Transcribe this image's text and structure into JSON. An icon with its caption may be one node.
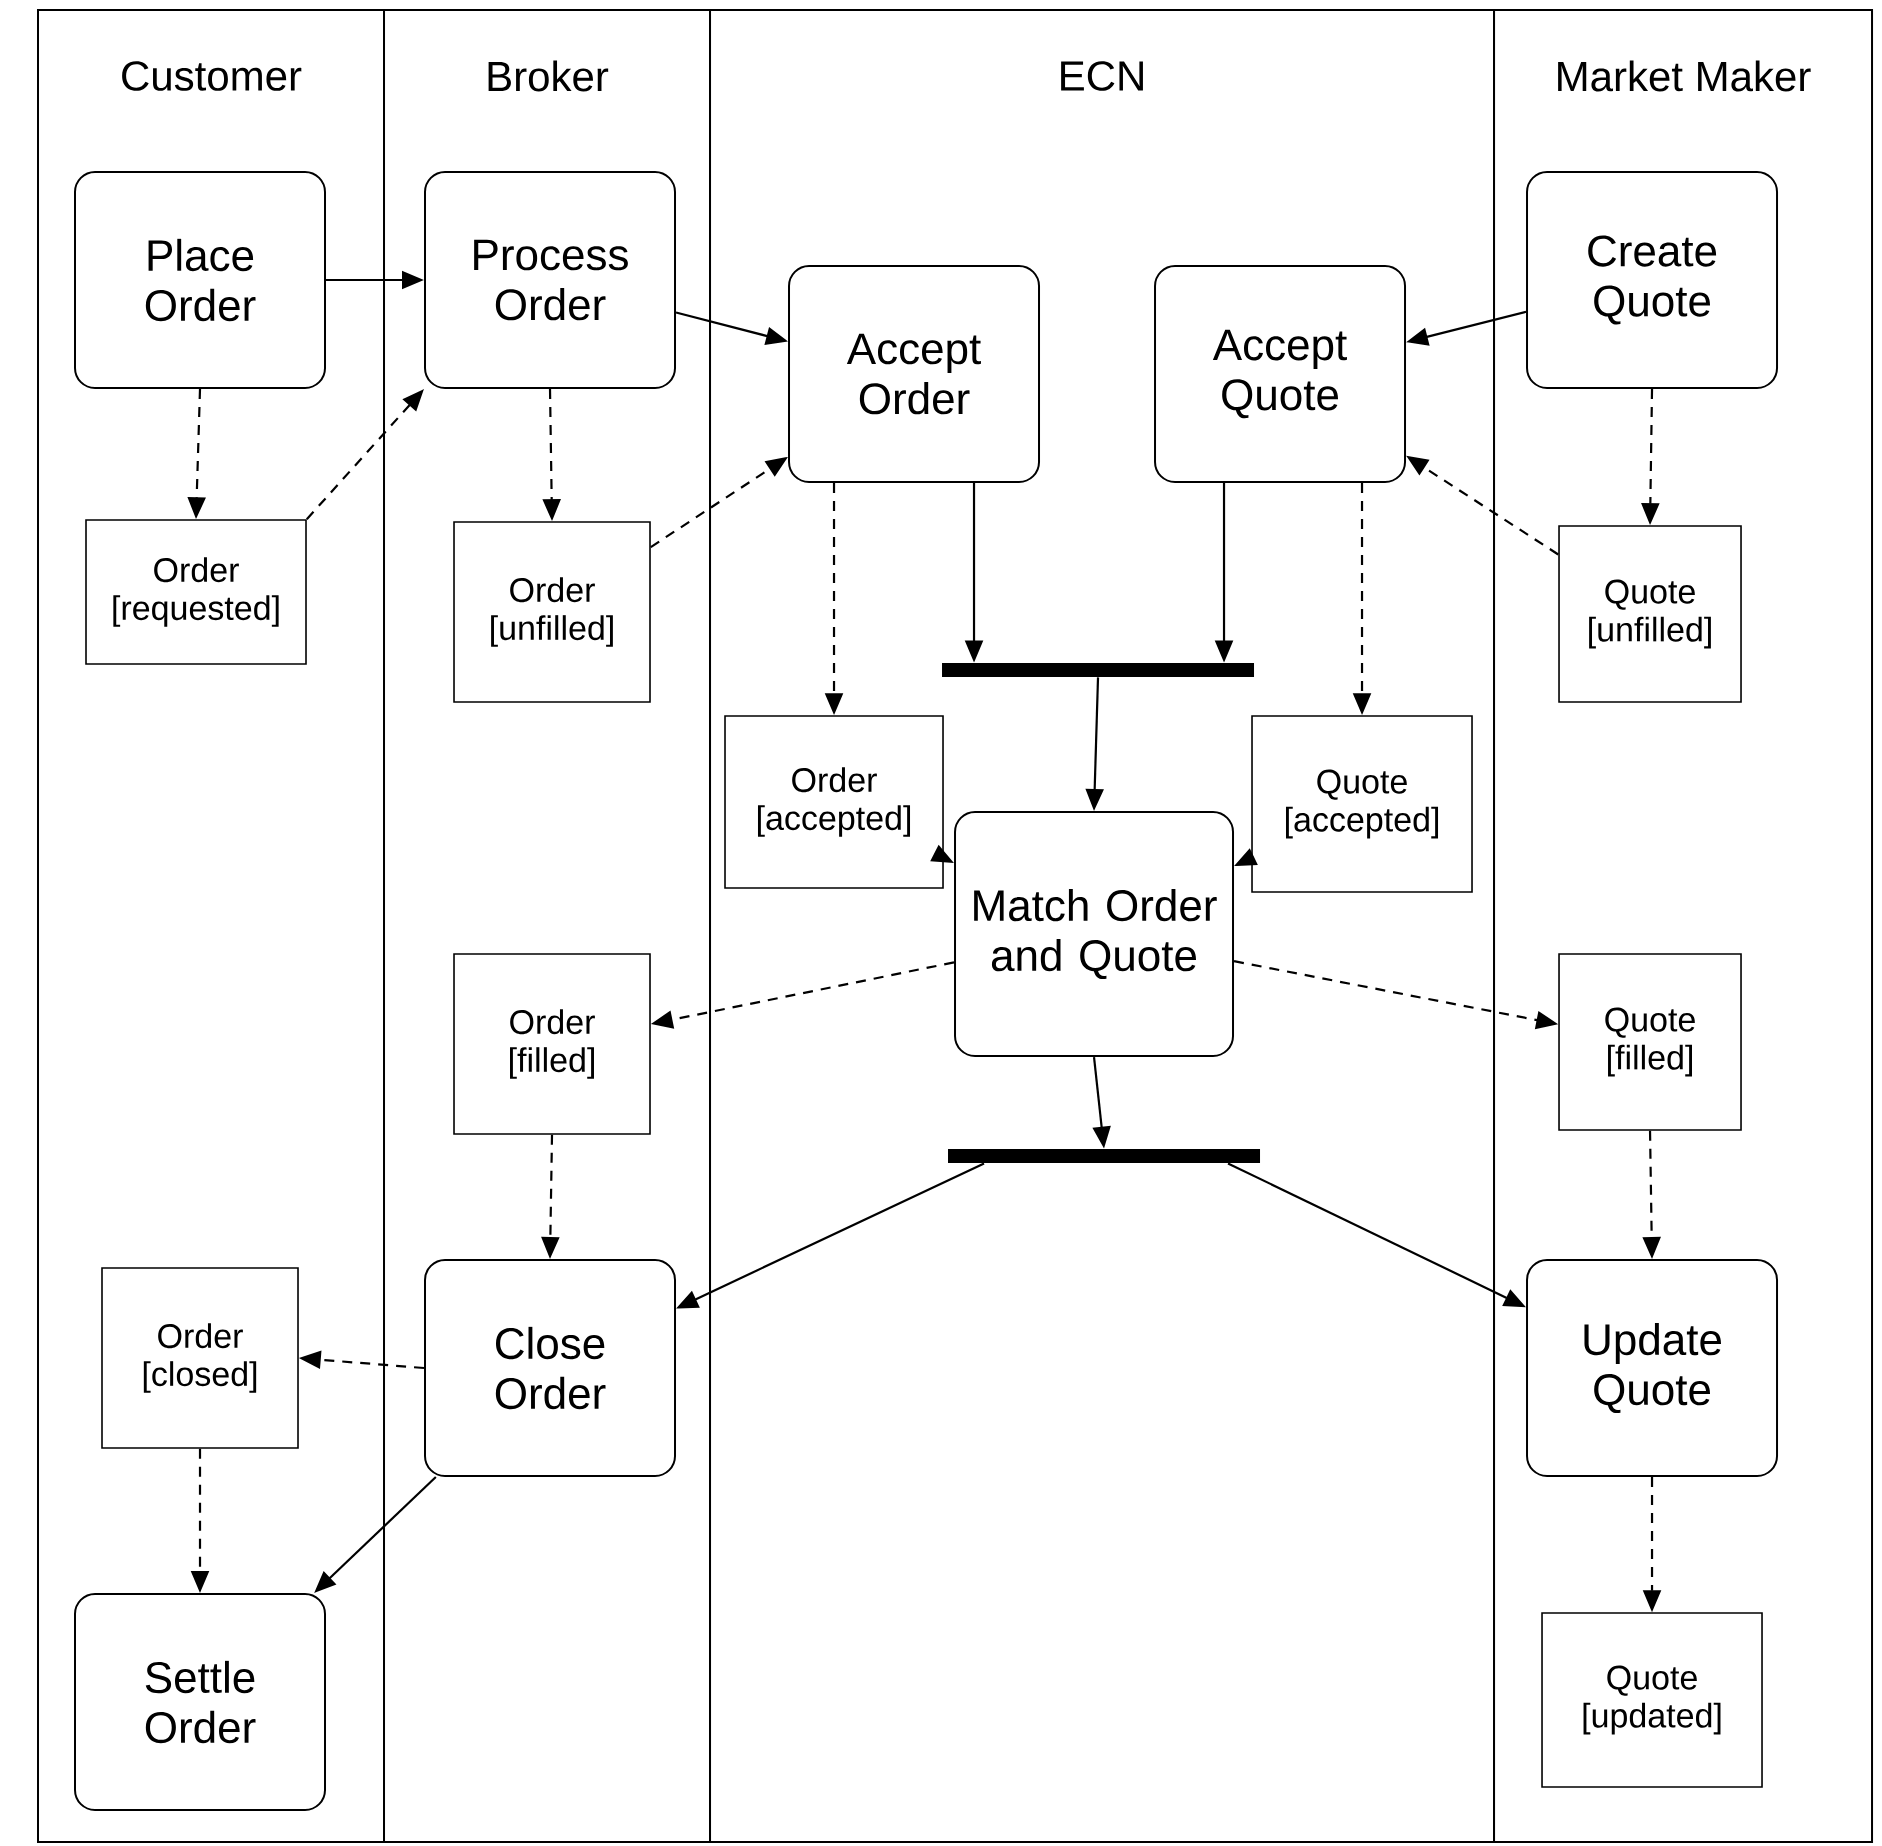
{
  "diagram": {
    "nodes": [
      {
        "text": [
          "Customer"
        ]
      },
      {
        "text": [
          "Broker"
        ]
      },
      {
        "text": [
          "ECN"
        ]
      },
      {
        "text": [
          "Market Maker"
        ]
      },
      {
        "text": [
          "Place Order"
        ],
        "in": 0
      },
      {
        "text": [
          "Process Order"
        ],
        "in": 1
      },
      {
        "text": [
          "Accept Order"
        ],
        "in": 2
      },
      {
        "text": [
          "Accept Quote"
        ],
        "in": 2
      },
      {
        "text": [
          "Create Quote"
        ],
        "in": 3
      },
      {
        "text": [
          "Order [requested]"
        ],
        "in": 0
      },
      {
        "text": [
          "Order [unfilled]"
        ],
        "in": 1
      },
      {
        "text": [
          "Quote [unfilled]"
        ],
        "in": 3
      },
      {
        "text": [],
        "shape": "bar",
        "in": 2
      },
      {
        "text": [
          "Order [accepted]"
        ],
        "in": 2
      },
      {
        "text": [
          "Quote [accepted]"
        ],
        "in": 2
      },
      {
        "text": [
          "Match Order and Quote"
        ],
        "in": 2
      },
      {
        "text": [
          "Order [filled]"
        ],
        "in": 1
      },
      {
        "text": [
          "Quote [filled]"
        ],
        "in": 3
      },
      {
        "text": [],
        "shape": "bar",
        "in": 2
      },
      {
        "text": [
          "Order [closed]"
        ],
        "in": 0
      },
      {
        "text": [
          "Close Order"
        ],
        "in": 1
      },
      {
        "text": [
          "Update Quote"
        ],
        "in": 3
      },
      {
        "text": [
          "Settle Order"
        ],
        "in": 0
      },
      {
        "text": [
          "Quote [updated]"
        ],
        "in": 3
      }
    ],
    "edges": [
      {
        "from": 4,
        "to": 5,
        "arrow": "to"
      },
      {
        "from": 9,
        "to": 5,
        "arrow": "to",
        "style": "dashed"
      },
      {
        "from": 4,
        "to": 9,
        "arrow": "to",
        "style": "dashed"
      },
      {
        "from": 5,
        "to": 10,
        "arrow": "to",
        "style": "dashed"
      },
      {
        "from": 5,
        "to": 6,
        "arrow": "to"
      },
      {
        "from": 10,
        "to": 6,
        "arrow": "to",
        "style": "dashed"
      },
      {
        "from": 8,
        "to": 7,
        "arrow": "to"
      },
      {
        "from": 11,
        "to": 7,
        "arrow": "to",
        "style": "dashed"
      },
      {
        "from": 8,
        "to": 11,
        "arrow": "to",
        "style": "dashed"
      },
      {
        "from": 6,
        "to": 13,
        "arrow": "to",
        "style": "dashed"
      },
      {
        "from": 6,
        "to": 12,
        "arrow": "to"
      },
      {
        "from": 7,
        "to": 12,
        "arrow": "to"
      },
      {
        "from": 7,
        "to": 14,
        "arrow": "to",
        "style": "dashed"
      },
      {
        "from": 12,
        "to": 15,
        "arrow": "to"
      },
      {
        "from": 13,
        "to": 15,
        "arrow": "to",
        "style": "dashed"
      },
      {
        "from": 14,
        "to": 15,
        "arrow": "to",
        "style": "dashed"
      },
      {
        "from": 15,
        "to": 16,
        "arrow": "to",
        "style": "dashed"
      },
      {
        "from": 15,
        "to": 17,
        "arrow": "to",
        "style": "dashed"
      },
      {
        "from": 15,
        "to": 18,
        "arrow": "to"
      },
      {
        "from": 18,
        "to": 20,
        "arrow": "to"
      },
      {
        "from": 18,
        "to": 21,
        "arrow": "to"
      },
      {
        "from": 16,
        "to": 20,
        "arrow": "to",
        "style": "dashed"
      },
      {
        "from": 17,
        "to": 21,
        "arrow": "to",
        "style": "dashed"
      },
      {
        "from": 20,
        "to": 19,
        "arrow": "to",
        "style": "dashed"
      },
      {
        "from": 19,
        "to": 22,
        "arrow": "to",
        "style": "dashed"
      },
      {
        "from": 20,
        "to": 22,
        "arrow": "to"
      },
      {
        "from": 21,
        "to": 23,
        "arrow": "to",
        "style": "dashed"
      }
    ]
  }
}
